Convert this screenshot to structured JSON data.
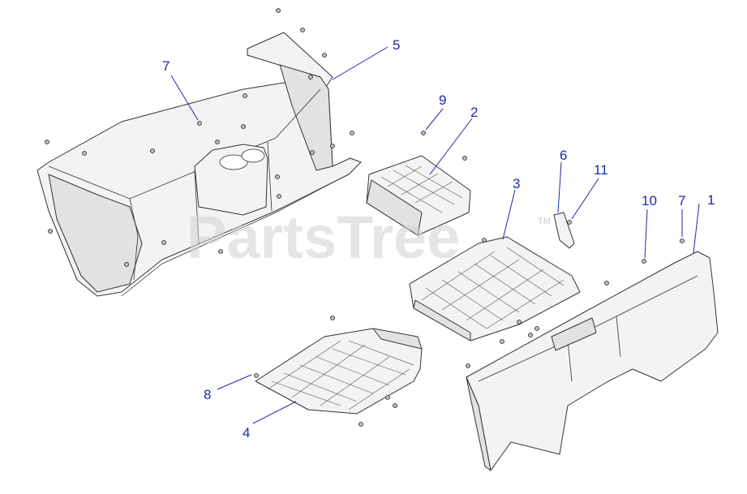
{
  "watermark": {
    "text": "PartsTree",
    "tm": "TM"
  },
  "callouts": [
    {
      "id": "1",
      "label": "1"
    },
    {
      "id": "2",
      "label": "2"
    },
    {
      "id": "3",
      "label": "3"
    },
    {
      "id": "4",
      "label": "4"
    },
    {
      "id": "5",
      "label": "5"
    },
    {
      "id": "6",
      "label": "6"
    },
    {
      "id": "7a",
      "label": "7"
    },
    {
      "id": "7b",
      "label": "7"
    },
    {
      "id": "8",
      "label": "8"
    },
    {
      "id": "9",
      "label": "9"
    },
    {
      "id": "10",
      "label": "10"
    },
    {
      "id": "11",
      "label": "11"
    }
  ],
  "colors": {
    "callout": "#1a2aa8",
    "line": "#333333",
    "part_fill": "#f3f3f3",
    "watermark": "#d0d0d0"
  }
}
